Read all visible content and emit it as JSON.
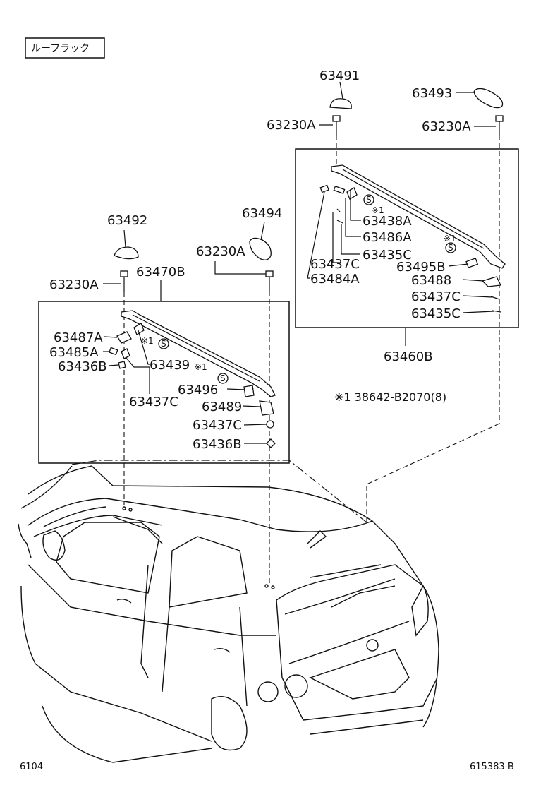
{
  "title_box": "ルーフラック",
  "labels": {
    "p63491": "63491",
    "p63493": "63493",
    "p63230A_r1": "63230A",
    "p63230A_r2": "63230A",
    "p63492": "63492",
    "p63494": "63494",
    "p63230A_l1": "63230A",
    "p63230A_l2": "63230A",
    "p63470B": "63470B",
    "p63438A": "63438A",
    "p63486A": "63486A",
    "p63435C_r1": "63435C",
    "p63437C_r1": "63437C",
    "p63484A": "63484A",
    "p63495B": "63495B",
    "p63488": "63488",
    "p63437C_r2": "63437C",
    "p63435C_r2": "63435C",
    "p63460B": "63460B",
    "p63487A": "63487A",
    "p63485A": "63485A",
    "p63436B_l1": "63436B",
    "p63439": "63439",
    "p63437C_l1": "63437C",
    "p63496": "63496",
    "p63489": "63489",
    "p63437C_l2": "63437C",
    "p63436B_l2": "63436B"
  },
  "marks": {
    "ref1": "※1",
    "s": "S"
  },
  "note": "※1 38642-B2070(8)",
  "footer": {
    "left": "6104",
    "right": "615383-B"
  }
}
